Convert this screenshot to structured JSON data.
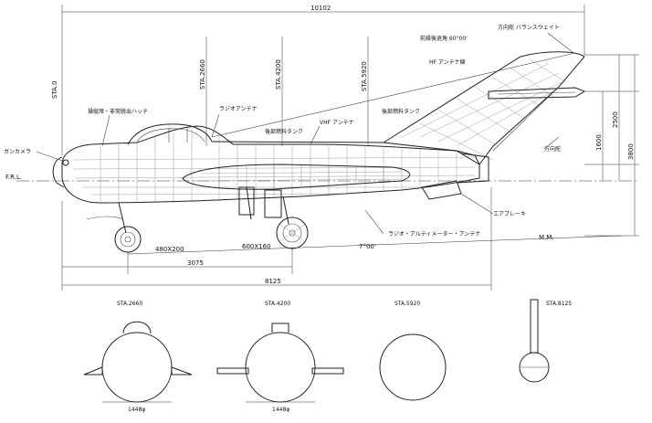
{
  "dims": {
    "overall_length": "10102",
    "length_8125": "8125",
    "length_3075": "3075",
    "height_3800": "3800",
    "height_2500": "2500",
    "height_1600": "1600",
    "wheel_main": "600X160",
    "wheel_nose": "480X200",
    "angle_flight": "60°00'",
    "angle_ground": "7°00'",
    "dia_1": "1448φ",
    "dia_2": "1448φ"
  },
  "stations": {
    "sta0": "STA.0",
    "sta2660": "STA.2660",
    "sta4200": "STA.4200",
    "sta5920": "STA.5920"
  },
  "callouts": {
    "gun_camera": "ガンカメラ",
    "canopy_hatch": "操縦席・非常脱出ハッチ",
    "radio_antenna": "ラジオアンテナ",
    "rear_fuel": "後部燃料タンク",
    "vhf_antenna": "VHF アンテナ",
    "rear_fuel_2": "後部燃料タンク",
    "hf_antenna": "HF アンテナ線",
    "fin_tip": "方向舵 バランスウェイト",
    "fin_angle": "前縁後退角 60°00'",
    "rudder": "方向舵",
    "airbrake": "エアブレーキ",
    "radar": "ラジオ・アルティメーター・アンテナ",
    "frl": "F.R.L.",
    "mm": "M.M."
  },
  "sections": {
    "s1": "STA.2660",
    "s2": "STA.4200",
    "s3": "STA.5920",
    "s4": "STA.8125"
  }
}
